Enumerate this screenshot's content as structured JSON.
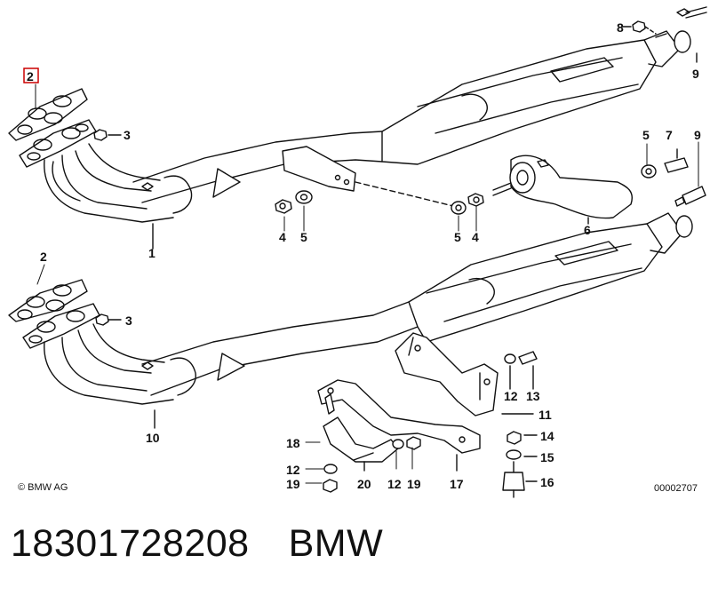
{
  "callouts": {
    "c1": "1",
    "c2_top": "2",
    "c2_bottom": "2",
    "c3_top": "3",
    "c3_bottom": "3",
    "c4_left": "4",
    "c4_right": "4",
    "c5_left": "5",
    "c5_right": "5",
    "c5_top_right": "5",
    "c6": "6",
    "c7": "7",
    "c8": "8",
    "c9_top": "9",
    "c9_mid": "9",
    "c10": "10",
    "c11": "11",
    "c12_a": "12",
    "c12_b": "12",
    "c12_c": "12",
    "c13": "13",
    "c14": "14",
    "c15": "15",
    "c16": "16",
    "c17": "17",
    "c18": "18",
    "c19_a": "19",
    "c19_b": "19",
    "c20": "20"
  },
  "copyright": "© BMW AG",
  "diagram_id": "00002707",
  "footer": {
    "part_number": "18301728208",
    "brand": "BMW"
  },
  "highlight_color": "#cc0000"
}
